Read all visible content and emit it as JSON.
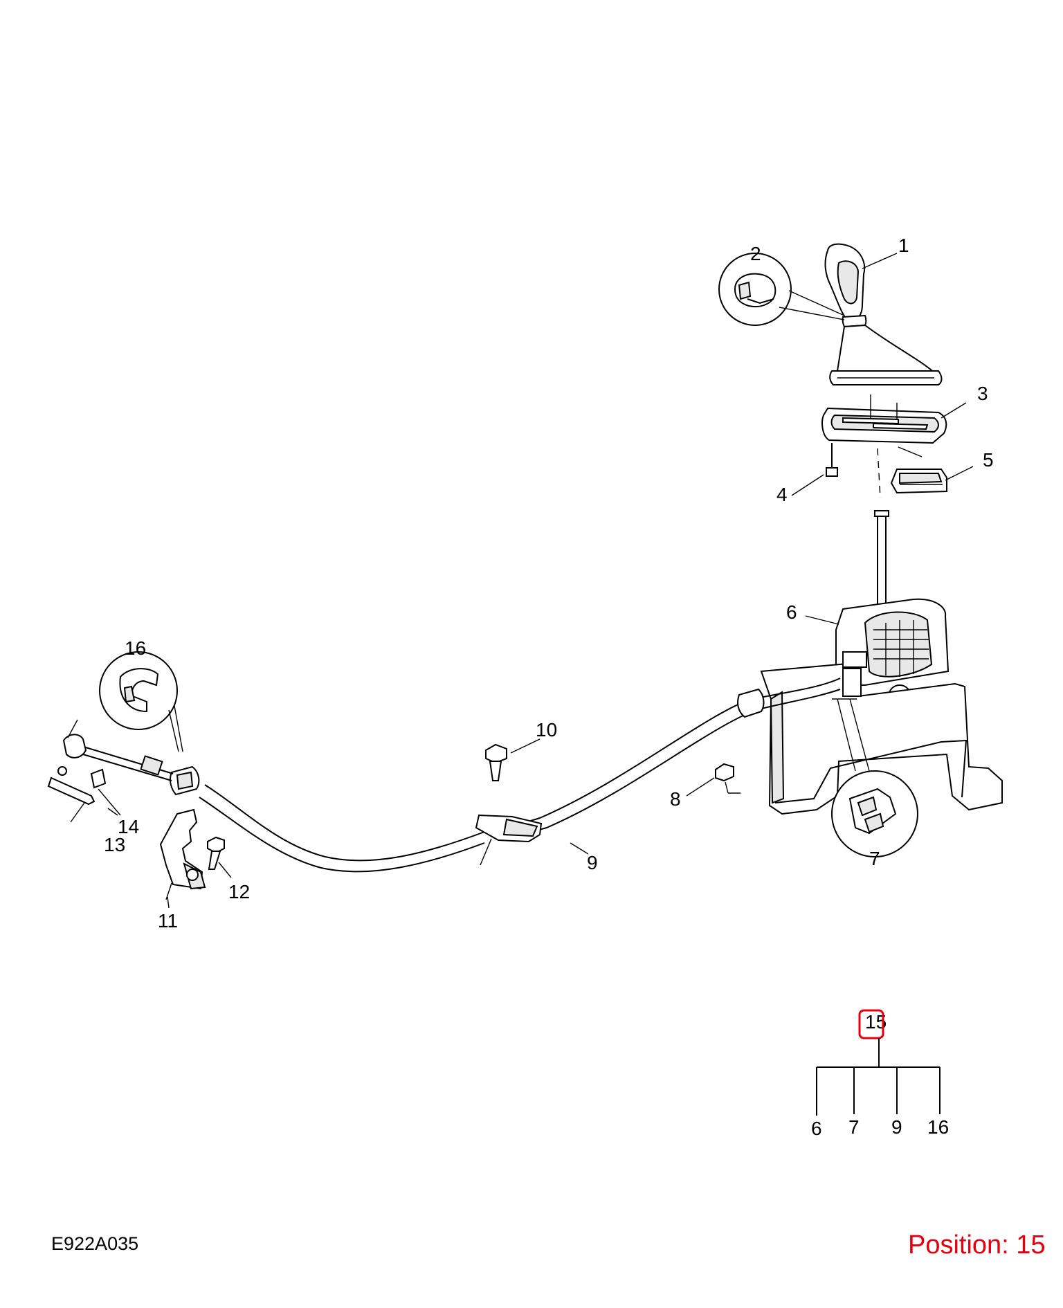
{
  "diagram": {
    "callouts": [
      {
        "id": "1",
        "label": "1"
      },
      {
        "id": "2",
        "label": "2"
      },
      {
        "id": "3",
        "label": "3"
      },
      {
        "id": "4",
        "label": "4"
      },
      {
        "id": "5",
        "label": "5"
      },
      {
        "id": "6",
        "label": "6"
      },
      {
        "id": "7",
        "label": "7"
      },
      {
        "id": "8",
        "label": "8"
      },
      {
        "id": "9",
        "label": "9"
      },
      {
        "id": "10",
        "label": "10"
      },
      {
        "id": "11",
        "label": "11"
      },
      {
        "id": "12",
        "label": "12"
      },
      {
        "id": "13",
        "label": "13"
      },
      {
        "id": "14",
        "label": "14"
      },
      {
        "id": "16",
        "label": "16"
      }
    ],
    "assembly_tree": {
      "parent": "15",
      "children": [
        "6",
        "7",
        "9",
        "16"
      ],
      "highlight_color": "#e3000f"
    }
  },
  "footer": {
    "reference_code": "E922A035",
    "position_label": "Position: 15",
    "position_color": "#e3000f"
  }
}
